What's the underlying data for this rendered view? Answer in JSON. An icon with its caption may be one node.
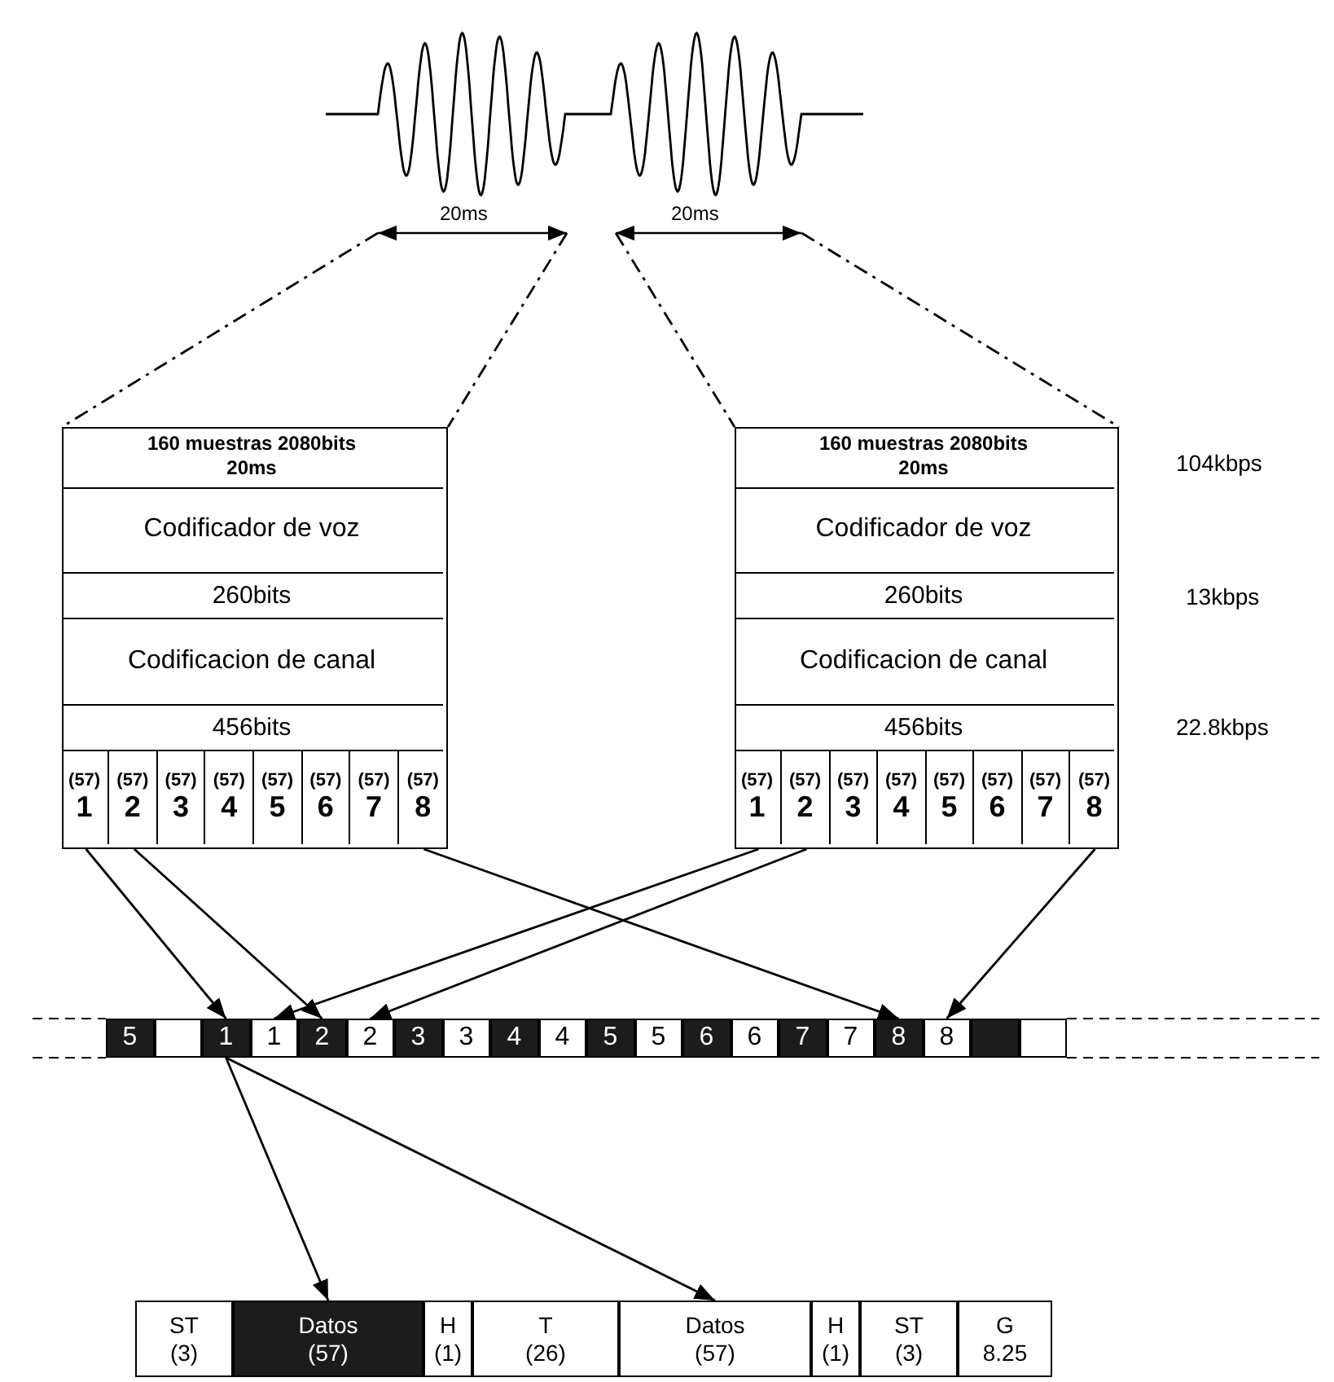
{
  "diagram": {
    "nodes": [
      {
        "text": [],
        "shape": "picture",
        "beside": [
          "20ms"
        ]
      },
      {
        "text": [],
        "shape": "picture",
        "beside": [
          "20ms"
        ]
      },
      {
        "text": [],
        "shape": "box"
      },
      {
        "text": [
          "160 muestras 2080bits 20ms"
        ],
        "in": 2
      },
      {
        "text": [
          "Codificador de voz"
        ],
        "in": 2
      },
      {
        "text": [
          "260bits"
        ],
        "in": 2
      },
      {
        "text": [
          "Codificacion de canal"
        ],
        "in": 2
      },
      {
        "text": [
          "456bits"
        ],
        "in": 2
      },
      {
        "text": [
          "(57)",
          "1"
        ],
        "in": 2
      },
      {
        "text": [
          "(57)",
          "2"
        ],
        "in": 2
      },
      {
        "text": [
          "(57)",
          "3"
        ],
        "in": 2
      },
      {
        "text": [
          "(57)",
          "4"
        ],
        "in": 2
      },
      {
        "text": [
          "(57)",
          "5"
        ],
        "in": 2
      },
      {
        "text": [
          "(57)",
          "6"
        ],
        "in": 2
      },
      {
        "text": [
          "(57)",
          "7"
        ],
        "in": 2
      },
      {
        "text": [
          "(57)",
          "8"
        ],
        "in": 2
      },
      {
        "text": [],
        "shape": "box"
      },
      {
        "text": [
          "160 muestras 2080bits 20ms"
        ],
        "in": 16
      },
      {
        "text": [
          "Codificador de voz"
        ],
        "in": 16
      },
      {
        "text": [
          "260bits"
        ],
        "in": 16
      },
      {
        "text": [
          "Codificacion de canal"
        ],
        "in": 16
      },
      {
        "text": [
          "456bits"
        ],
        "in": 16
      },
      {
        "text": [
          "(57)",
          "1"
        ],
        "in": 16
      },
      {
        "text": [
          "(57)",
          "2"
        ],
        "in": 16
      },
      {
        "text": [
          "(57)",
          "3"
        ],
        "in": 16
      },
      {
        "text": [
          "(57)",
          "4"
        ],
        "in": 16
      },
      {
        "text": [
          "(57)",
          "5"
        ],
        "in": 16
      },
      {
        "text": [
          "(57)",
          "6"
        ],
        "in": 16
      },
      {
        "text": [
          "(57)",
          "7"
        ],
        "in": 16
      },
      {
        "text": [
          "(57)",
          "8"
        ],
        "in": 16
      },
      {
        "text": [
          "5"
        ]
      },
      {
        "text": [],
        "shape": "box"
      },
      {
        "text": [
          "1"
        ]
      },
      {
        "text": [
          "1"
        ]
      },
      {
        "text": [
          "2"
        ]
      },
      {
        "text": [
          "2"
        ]
      },
      {
        "text": [
          "3"
        ]
      },
      {
        "text": [
          "3"
        ]
      },
      {
        "text": [
          "4"
        ]
      },
      {
        "text": [
          "4"
        ]
      },
      {
        "text": [
          "5"
        ]
      },
      {
        "text": [
          "5"
        ]
      },
      {
        "text": [
          "6"
        ]
      },
      {
        "text": [
          "6"
        ]
      },
      {
        "text": [
          "7"
        ]
      },
      {
        "text": [
          "7"
        ]
      },
      {
        "text": [
          "8"
        ]
      },
      {
        "text": [
          "8"
        ]
      },
      {
        "text": [],
        "shape": "box"
      },
      {
        "text": [],
        "shape": "box"
      },
      {
        "text": [
          "ST",
          "(3)"
        ]
      },
      {
        "text": [
          "Datos",
          "(57)"
        ]
      },
      {
        "text": [
          "H",
          "(1)"
        ]
      },
      {
        "text": [
          "T",
          "(26)"
        ]
      },
      {
        "text": [
          "Datos",
          "(57)"
        ]
      },
      {
        "text": [
          "H",
          "(1)"
        ]
      },
      {
        "text": [
          "ST",
          "(3)"
        ]
      },
      {
        "text": [
          "G",
          "8.25"
        ]
      }
    ],
    "edges": [
      {
        "from": 0,
        "to": 2,
        "arrow": "none",
        "style": "dashed"
      },
      {
        "from": 0,
        "to": 2,
        "arrow": "none",
        "style": "dashed"
      },
      {
        "from": 1,
        "to": 16,
        "arrow": "none",
        "style": "dashed"
      },
      {
        "from": 1,
        "to": 16,
        "arrow": "none",
        "style": "dashed"
      },
      {
        "from": 8,
        "to": 32,
        "arrow": "to"
      },
      {
        "from": 9,
        "to": 34,
        "arrow": "to"
      },
      {
        "from": 15,
        "to": 46,
        "arrow": "to"
      },
      {
        "from": 22,
        "to": 33,
        "arrow": "to"
      },
      {
        "from": 23,
        "to": 35,
        "arrow": "to"
      },
      {
        "from": 29,
        "to": 47,
        "arrow": "to"
      },
      {
        "from": 32,
        "to": 51,
        "arrow": "to"
      },
      {
        "from": 32,
        "to": 54,
        "arrow": "to"
      }
    ],
    "labels": [
      "104kbps",
      "13kbps",
      "22.8kbps"
    ]
  }
}
